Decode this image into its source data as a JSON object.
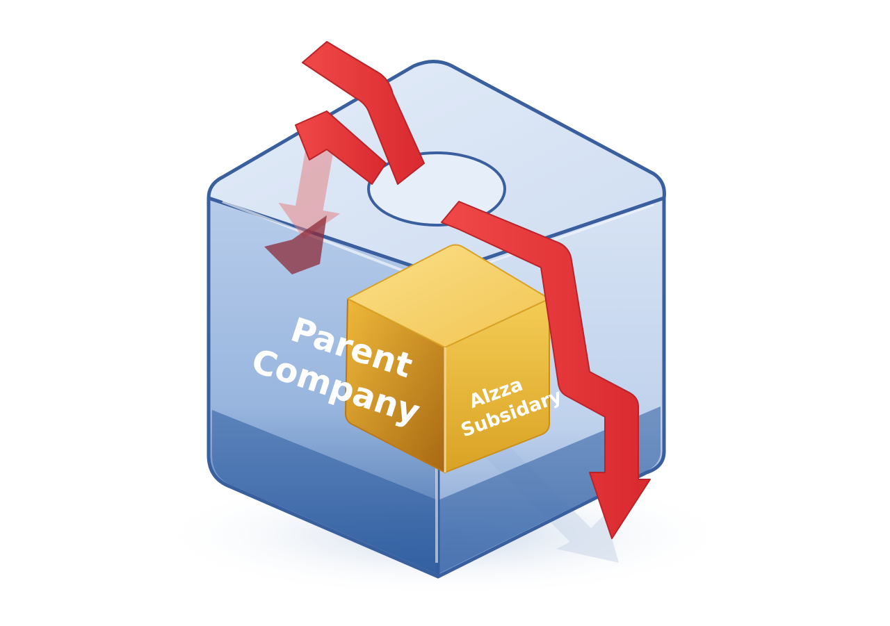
{
  "diagram": {
    "parent_label": {
      "line1": "Parent",
      "line2": "Company"
    },
    "subsidiary_label": {
      "line1": "Alzza",
      "line2": "Subsidary"
    }
  },
  "colors": {
    "parent_box_edge": "#3a5f9e",
    "parent_box_fill": "#a8c2e6",
    "parent_box_bottom": "#2f5ea0",
    "subsidiary_light": "#f2c84a",
    "subsidiary_mid": "#e3a824",
    "subsidiary_dark": "#b8781a",
    "arrow": "#e23a3a",
    "arrow_shadow": "#a81e24"
  }
}
